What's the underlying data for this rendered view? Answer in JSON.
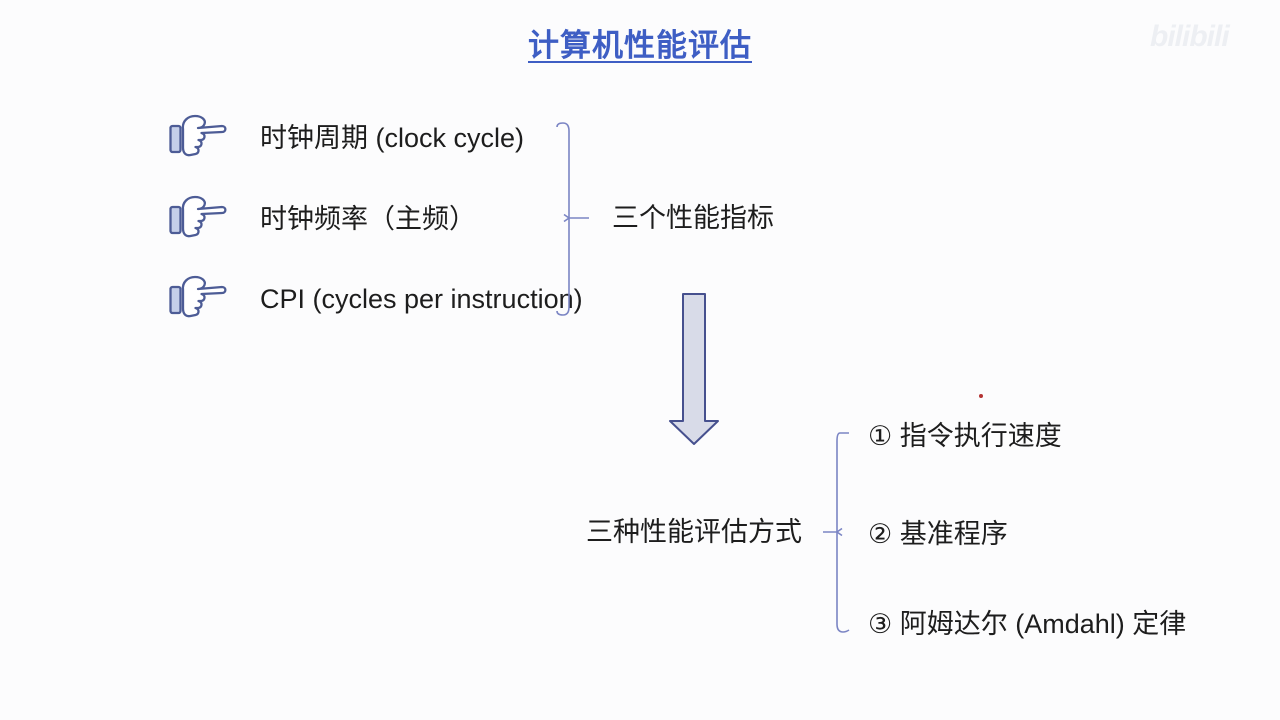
{
  "slide": {
    "title": "计算机性能评估",
    "watermark": "bilibili"
  },
  "indicators": {
    "group_label": "三个性能指标",
    "items": [
      {
        "label": "时钟周期 (clock cycle)",
        "icon": "pointing-hand"
      },
      {
        "label": "时钟频率（主频）",
        "icon": "pointing-hand"
      },
      {
        "label": "CPI (cycles per instruction)",
        "icon": "pointing-hand"
      }
    ]
  },
  "evaluations": {
    "group_label": "三种性能评估方式",
    "items": [
      {
        "label": "① 指令执行速度"
      },
      {
        "label": "② 基准程序"
      },
      {
        "label": "③ 阿姆达尔 (Amdahl) 定律"
      }
    ]
  },
  "colors": {
    "title_blue": "#3e5ec4",
    "bracket_blue": "#7b85c4",
    "arrow_fill": "#d8dbe8",
    "arrow_stroke": "#46508e",
    "hand_stroke": "#4d5c96",
    "hand_cuff_fill": "#c5cfe9",
    "text": "#1d1d1d",
    "pointer_dot": "#b43333",
    "background": "#fcfcfd"
  }
}
